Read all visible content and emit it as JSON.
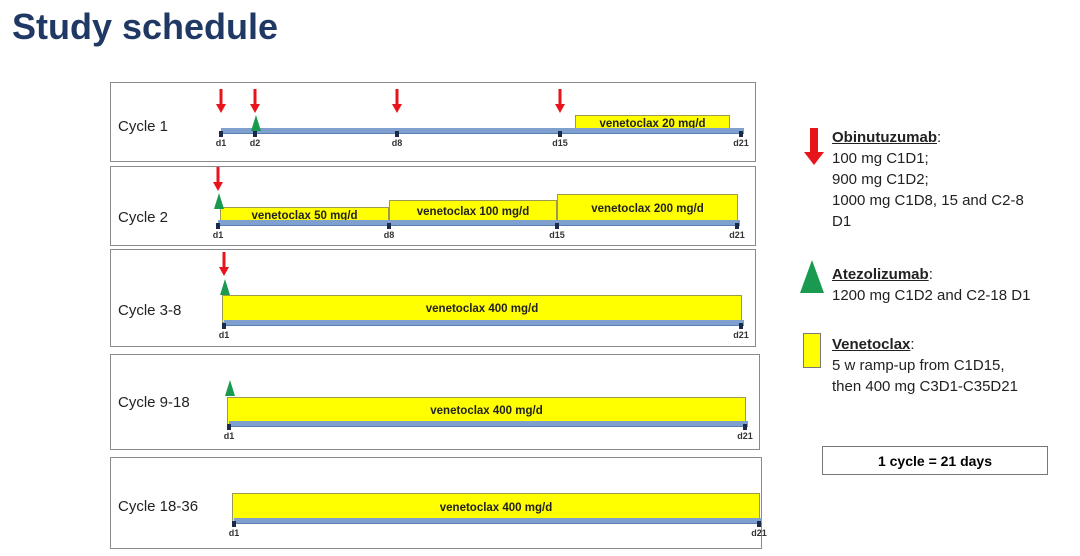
{
  "title": "Study schedule",
  "colors": {
    "obinutuzumab": "#e8141b",
    "atezolizumab": "#1a9a50",
    "venetoclax": "#ffff00",
    "axis": "#7f9fcf"
  },
  "panels": [
    {
      "label": "Cycle 1",
      "ticks": [
        "d1",
        "d2",
        "d8",
        "d15",
        "d21"
      ],
      "obinutuzumab_days": [
        1,
        2,
        8,
        15
      ],
      "atezolizumab_days": [
        2
      ],
      "bars": [
        {
          "text": "venetoclax 20 mg/d",
          "from_day": 15,
          "to_day": 21
        }
      ]
    },
    {
      "label": "Cycle 2",
      "ticks": [
        "d1",
        "d8",
        "d15",
        "d21"
      ],
      "obinutuzumab_days": [
        1
      ],
      "atezolizumab_days": [
        1
      ],
      "bars": [
        {
          "text": "venetoclax 50 mg/d",
          "from_day": 1,
          "to_day": 8
        },
        {
          "text": "venetoclax 100 mg/d",
          "from_day": 8,
          "to_day": 15
        },
        {
          "text": "venetoclax 200 mg/d",
          "from_day": 15,
          "to_day": 21
        }
      ]
    },
    {
      "label": "Cycle 3-8",
      "ticks": [
        "d1",
        "d21"
      ],
      "obinutuzumab_days": [
        1
      ],
      "atezolizumab_days": [
        1
      ],
      "bars": [
        {
          "text": "venetoclax 400 mg/d",
          "from_day": 1,
          "to_day": 21
        }
      ]
    },
    {
      "label": "Cycle 9-18",
      "ticks": [
        "d1",
        "d21"
      ],
      "obinutuzumab_days": [],
      "atezolizumab_days": [
        1
      ],
      "bars": [
        {
          "text": "venetoclax 400 mg/d",
          "from_day": 1,
          "to_day": 21
        }
      ]
    },
    {
      "label": "Cycle 18-36",
      "ticks": [
        "d1",
        "d21"
      ],
      "obinutuzumab_days": [],
      "atezolizumab_days": [],
      "bars": [
        {
          "text": "venetoclax 400 mg/d",
          "from_day": 1,
          "to_day": 21
        }
      ]
    }
  ],
  "legend": {
    "obinutuzumab": {
      "name": "Obinutuzumab",
      "lines": [
        "100 mg C1D1;",
        "900 mg C1D2;",
        "1000 mg C1D8, 15 and C2-8",
        "D1"
      ]
    },
    "atezolizumab": {
      "name": "Atezolizumab",
      "lines": [
        "1200 mg C1D2 and C2-18 D1"
      ]
    },
    "venetoclax": {
      "name": "Venetoclax",
      "lines": [
        "5 w ramp-up from C1D15,",
        "then 400 mg C3D1-C35D21"
      ]
    }
  },
  "cycle_note": "1 cycle = 21 days"
}
